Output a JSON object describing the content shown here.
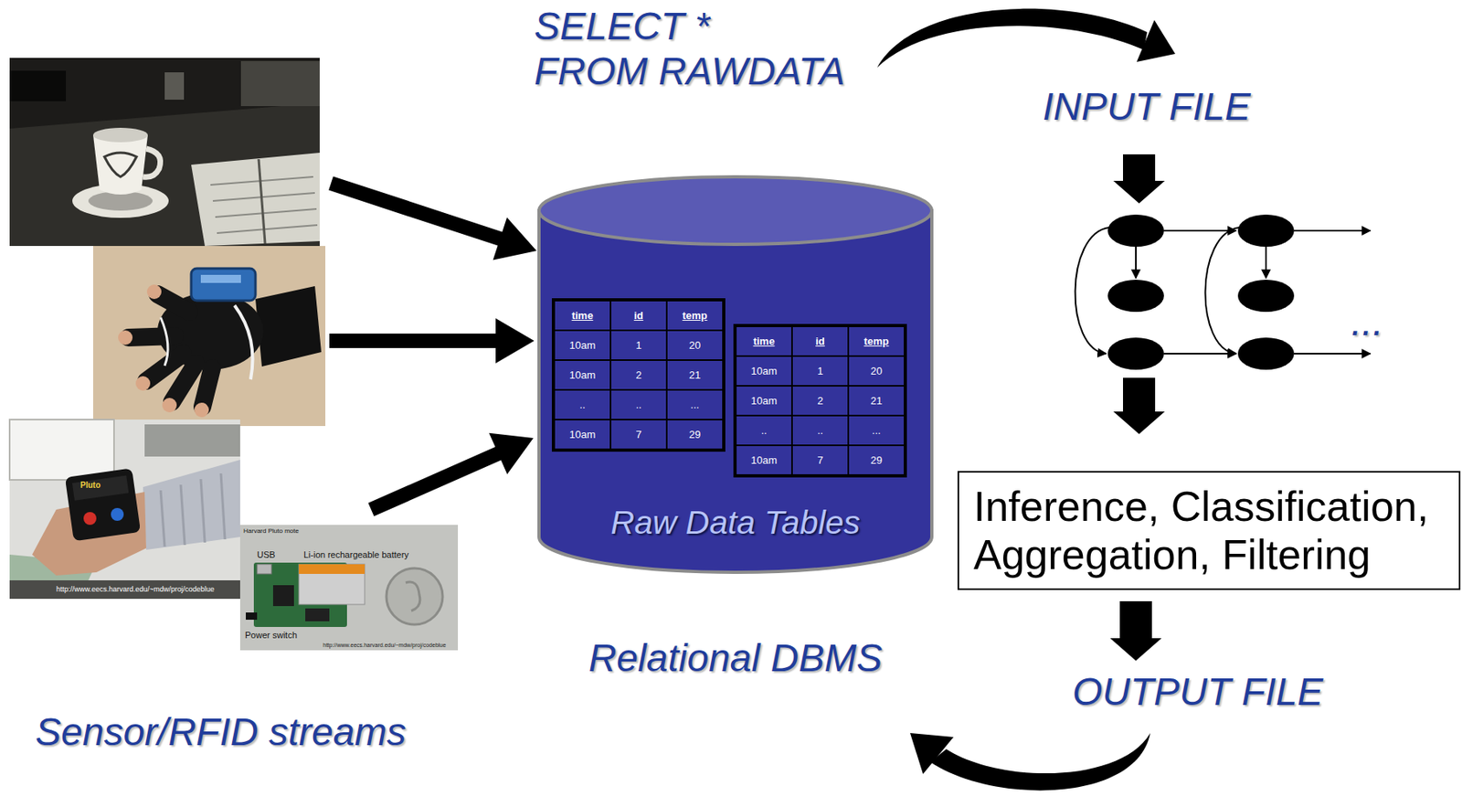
{
  "diagram": {
    "nodes": [
      {
        "text": [
          "Raw Data Tables",
          "Relational DBMS"
        ]
      },
      {
        "text": [
          "Inference, Classification, Aggregation, Filtering"
        ]
      }
    ],
    "labels": [
      "SELECT *",
      "FROM RAWDATA",
      "INPUT FILE",
      "...",
      "OUTPUT FILE",
      "Sensor/RFID streams",
      "Pluto",
      "http://www.eecs.harvard.edu/~mdw/proj/codeblue",
      "Harvard Pluto mote",
      "USB",
      "Li-ion rechargeable battery",
      "Power switch",
      "http://www.eecs.harvard.edu/~mdw/proj/codeblue",
      "time",
      "id",
      "temp",
      "10am",
      "1",
      "20",
      "10am",
      "2",
      "21",
      "..",
      "..",
      "...",
      "10am",
      "7",
      "29",
      "time",
      "id",
      "temp",
      "10am",
      "1",
      "20",
      "10am",
      "2",
      "21",
      "..",
      "..",
      "...",
      "10am",
      "7",
      "29"
    ]
  }
}
